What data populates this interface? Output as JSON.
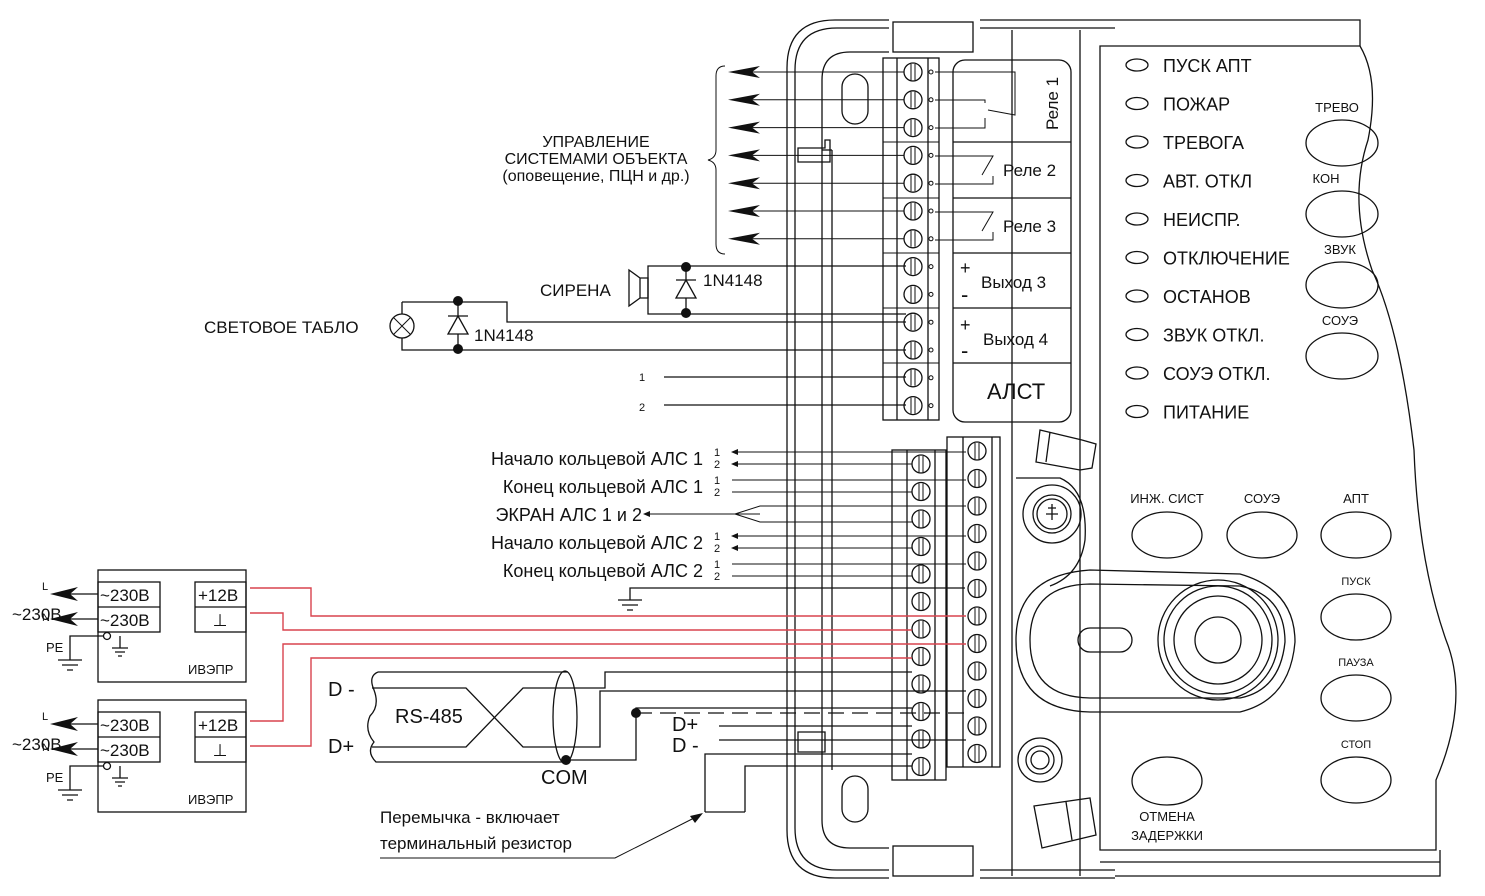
{
  "diagram": {
    "title": "Схема подключения АЛСТ",
    "relay_group": {
      "line1": "УПРАВЛЕНИЕ",
      "line2": "СИСТЕМАМИ ОБЪЕКТА",
      "line3": "(оповещение, ПЦН и др.)"
    },
    "siren": {
      "label": "СИРЕНА",
      "diode": "1N4148"
    },
    "light_board": {
      "label": "СВЕТОВОЕ ТАБЛО",
      "diode": "1N4148"
    },
    "aux_lines": [
      "1",
      "2"
    ],
    "module": {
      "relays": [
        "Реле 1",
        "Реле 2",
        "Реле 3"
      ],
      "outputs": [
        "Выход 3",
        "Выход 4"
      ],
      "plus": "+",
      "minus": "-",
      "name": "АЛСТ"
    },
    "loops": [
      {
        "label": "Начало кольцевой АЛС 1",
        "pins": [
          "1",
          "2"
        ]
      },
      {
        "label": "Конец кольцевой АЛС 1",
        "pins": [
          "1",
          "2"
        ]
      },
      {
        "label": "ЭКРАН АЛС 1 и 2"
      },
      {
        "label": "Начало кольцевой АЛС 2",
        "pins": [
          "1",
          "2"
        ]
      },
      {
        "label": "Конец кольцевой АЛС 2",
        "pins": [
          "1",
          "2"
        ]
      }
    ],
    "psu": [
      {
        "name": "ИВЭПР",
        "ac_in": [
          "~230В",
          "~230В"
        ],
        "dc_out": [
          "+12В",
          "⊥"
        ],
        "mains": "~230В",
        "l": "L",
        "n": "N",
        "pe": "PE"
      },
      {
        "name": "ИВЭПР",
        "ac_in": [
          "~230В",
          "~230В"
        ],
        "dc_out": [
          "+12В",
          "⊥"
        ],
        "mains": "~230В",
        "l": "L",
        "n": "N",
        "pe": "PE"
      }
    ],
    "rs485": {
      "label": "RS-485",
      "d_minus": "D -",
      "d_plus": "D+",
      "com": "COM",
      "term_d_plus": "D+",
      "term_d_minus": "D -"
    },
    "jumper_note": {
      "line1": "Перемычка - включает",
      "line2": "терминальный резистор"
    },
    "panel": {
      "indicators": [
        "ПУСК АПТ",
        "ПОЖАР",
        "ТРЕВОГА",
        "АВТ. ОТКЛ",
        "НЕИСПР.",
        "ОТКЛЮЧЕНИЕ",
        "ОСТАНОВ",
        "ЗВУК ОТКЛ.",
        "СОУЭ ОТКЛ.",
        "ПИТАНИЕ"
      ],
      "side_buttons": [
        "ТРЕВО",
        "КОН",
        "ЗВУК",
        "СОУЭ"
      ],
      "row_buttons": [
        "ИНЖ. СИСТ",
        "СОУЭ",
        "АПТ"
      ],
      "apt_buttons": [
        "ПУСК",
        "ПАУЗА",
        "СТОП"
      ],
      "cancel_delay": {
        "line1": "ОТМЕНА",
        "line2": "ЗАДЕРЖКИ"
      }
    },
    "colors": {
      "wire": "#111111",
      "power_wire": "#d9434e"
    }
  }
}
